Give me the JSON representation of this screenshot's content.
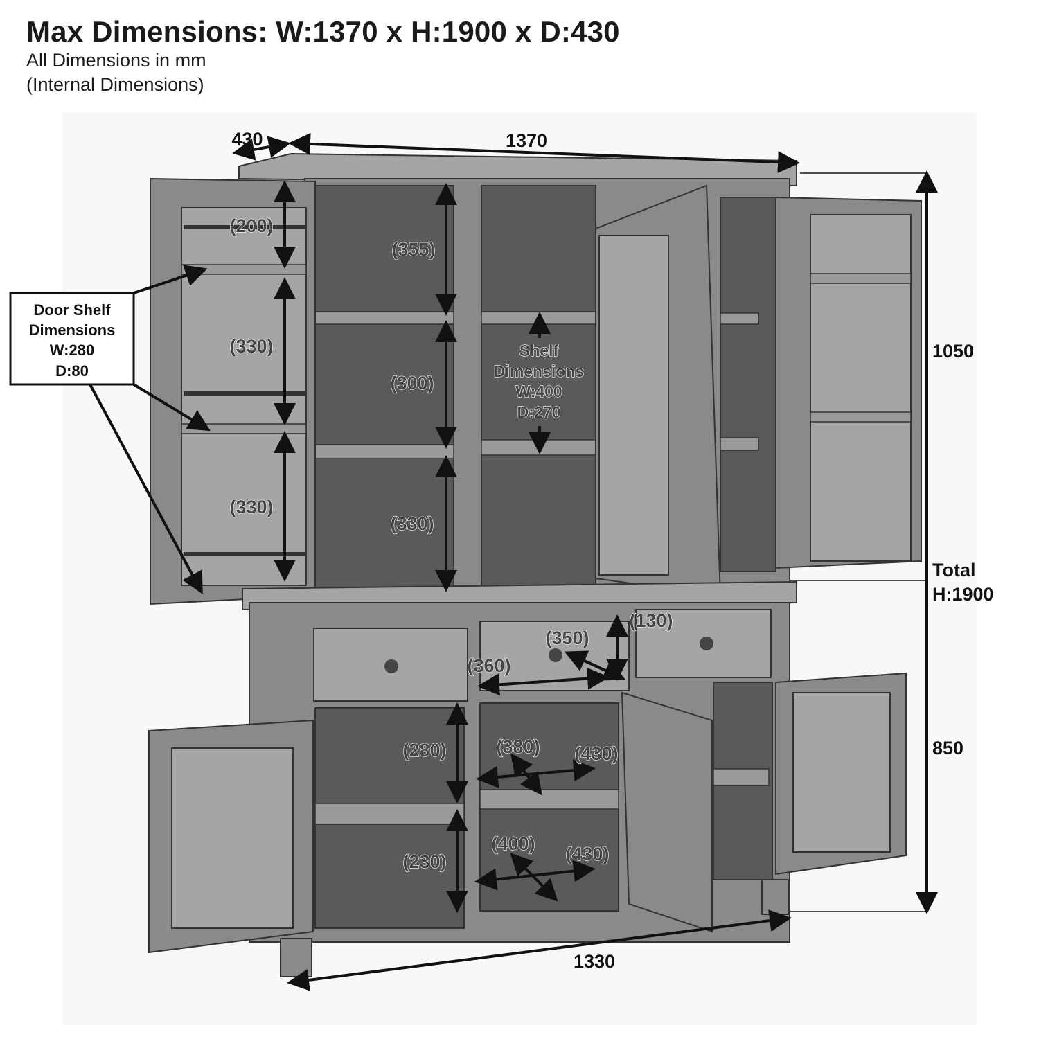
{
  "header": {
    "title": "Max Dimensions: W:1370 x H:1900 x D:430",
    "subtitle_1": "All Dimensions in mm",
    "subtitle_2": "(Internal Dimensions)"
  },
  "overall": {
    "depth": "430",
    "width_top": "1370",
    "height_top": "1050",
    "total_label_1": "Total",
    "total_label_2": "H:1900",
    "height_bottom": "850",
    "width_bottom": "1330"
  },
  "door_shelf_box": {
    "line1": "Door Shelf",
    "line2": "Dimensions",
    "line3": "W:280",
    "line4": "D:80"
  },
  "shelf_note": {
    "line1": "Shelf",
    "line2": "Dimensions",
    "line3": "W:400",
    "line4": "D:270"
  },
  "internal": {
    "door_200": "(200)",
    "door_330a": "(330)",
    "door_330b": "(330)",
    "top_355": "(355)",
    "top_300": "(300)",
    "top_330": "(330)",
    "drawer_130": "(130)",
    "drawer_350": "(350)",
    "drawer_360": "(360)",
    "base_280": "(280)",
    "base_380": "(380)",
    "base_430a": "(430)",
    "base_230": "(230)",
    "base_400": "(400)",
    "base_430b": "(430)"
  }
}
